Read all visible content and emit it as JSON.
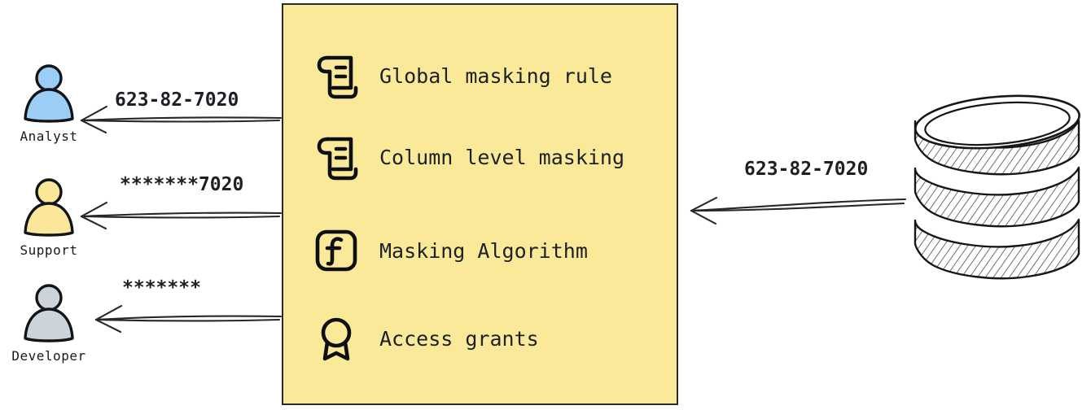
{
  "diagram": {
    "type": "data-masking-flow",
    "background": "#ffffff"
  },
  "actors": [
    {
      "id": "analyst",
      "label": "Analyst",
      "icon": "user-icon",
      "color": "#9ccdf4",
      "received_value": "623-82-7020",
      "masking": "none"
    },
    {
      "id": "support",
      "label": "Support",
      "icon": "user-icon",
      "color": "#fbe79a",
      "received_value": "*******7020",
      "masking": "partial"
    },
    {
      "id": "developer",
      "label": "Developer",
      "icon": "user-icon",
      "color": "#ccd3da",
      "received_value": "*******",
      "masking": "full"
    }
  ],
  "policy_card": {
    "background": "#fae999",
    "border": "#2c2a24",
    "items": [
      {
        "icon": "scroll-icon",
        "label": "Global masking rule"
      },
      {
        "icon": "scroll-icon",
        "label": "Column level masking"
      },
      {
        "icon": "function-icon",
        "label": "Masking Algorithm"
      },
      {
        "icon": "award-icon",
        "label": "Access grants"
      }
    ]
  },
  "database": {
    "icon": "database-cylinder-icon",
    "label": "",
    "source_value": "623-82-7020",
    "layers": 3
  },
  "arrows": [
    {
      "id": "db-to-policy",
      "label": "623-82-7020",
      "direction": "left"
    },
    {
      "id": "policy-to-analyst",
      "label": "623-82-7020",
      "direction": "left"
    },
    {
      "id": "policy-to-support",
      "label": "*******7020",
      "direction": "left"
    },
    {
      "id": "policy-to-developer",
      "label": "*******",
      "direction": "left"
    }
  ]
}
